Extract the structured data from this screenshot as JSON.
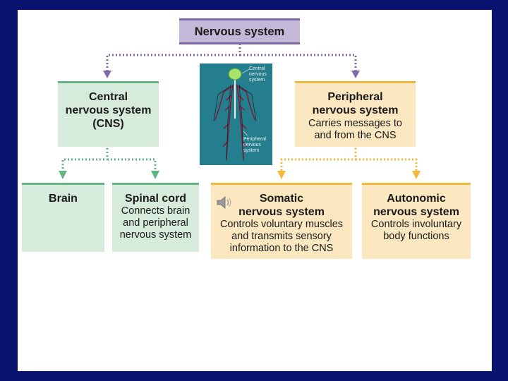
{
  "diagram": {
    "root": {
      "title": "Nervous system"
    },
    "cns": {
      "title_lines": [
        "Central",
        "nervous system",
        "(CNS)"
      ]
    },
    "pns": {
      "title_lines": [
        "Peripheral",
        "nervous system"
      ],
      "desc_lines": [
        "Carries messages to",
        "and from the CNS"
      ]
    },
    "brain": {
      "title": "Brain"
    },
    "spinal": {
      "title": "Spinal cord",
      "desc_lines": [
        "Connects brain",
        "and peripheral",
        "nervous system"
      ]
    },
    "somatic": {
      "title_lines": [
        "Somatic",
        "nervous system"
      ],
      "desc_lines": [
        "Controls voluntary muscles",
        "and transmits sensory",
        "information to the CNS"
      ]
    },
    "autonomic": {
      "title_lines": [
        "Autonomic",
        "nervous system"
      ],
      "desc_lines": [
        "Controls involuntary",
        "body functions"
      ]
    },
    "figure": {
      "label_central": [
        "Central",
        "nervous",
        "system"
      ],
      "label_peripheral": [
        "Peripheral",
        "nervous",
        "system"
      ]
    }
  },
  "colors": {
    "slide_border": "#0a1270",
    "cns_branch": "#63b482",
    "pns_branch": "#f0b83c",
    "root": "#7f6aa7"
  }
}
